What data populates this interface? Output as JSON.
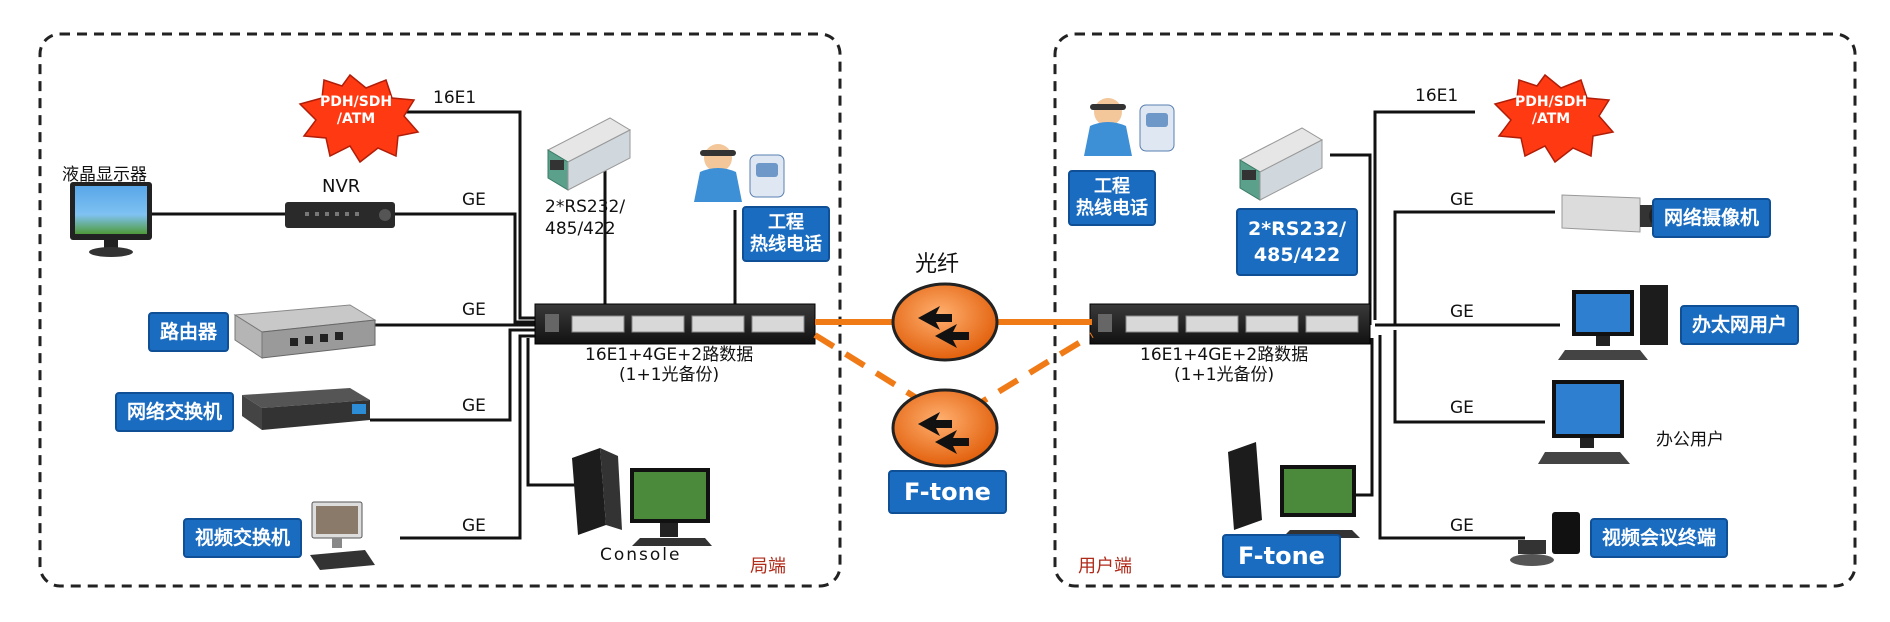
{
  "left_site": {
    "area_label": "局端",
    "devices": {
      "monitor": "液晶显示器",
      "nvr": "NVR",
      "router": "路由器",
      "switch": "网络交换机",
      "video_switch": "视频交换机",
      "serial": [
        "2*RS232/",
        "485/422"
      ],
      "hotline": [
        "工程",
        "热线电话"
      ],
      "console": "Console",
      "pdh": [
        "PDH/SDH",
        "/ATM"
      ]
    },
    "links": {
      "e1": "16E1",
      "ge1": "GE",
      "ge2": "GE",
      "ge3": "GE",
      "ge4": "GE"
    },
    "mux_caption": [
      "16E1+4GE+2路数据",
      "(1+1光备份)"
    ]
  },
  "middle": {
    "fiber_label": "光纤",
    "brand": "F-tone"
  },
  "right_site": {
    "area_label": "用户端",
    "devices": {
      "hotline": [
        "工程",
        "热线电话"
      ],
      "serial": [
        "2*RS232/",
        "485/422"
      ],
      "pdh": [
        "PDH/SDH",
        "/ATM"
      ],
      "camera": "网络摄像机",
      "office_lan": "办太网用户",
      "office_user": "办公用户",
      "video_conf": "视频会议终端",
      "brand": "F-tone"
    },
    "links": {
      "e1": "16E1",
      "ge1": "GE",
      "ge2": "GE",
      "ge3": "GE",
      "ge4": "GE"
    },
    "mux_caption": [
      "16E1+4GE+2路数据",
      "(1+1光备份)"
    ]
  },
  "colors": {
    "fiber": "#f07a16",
    "label_blue": "#1a6cc0",
    "starburst": "#ff3a12",
    "border": "#222222"
  }
}
